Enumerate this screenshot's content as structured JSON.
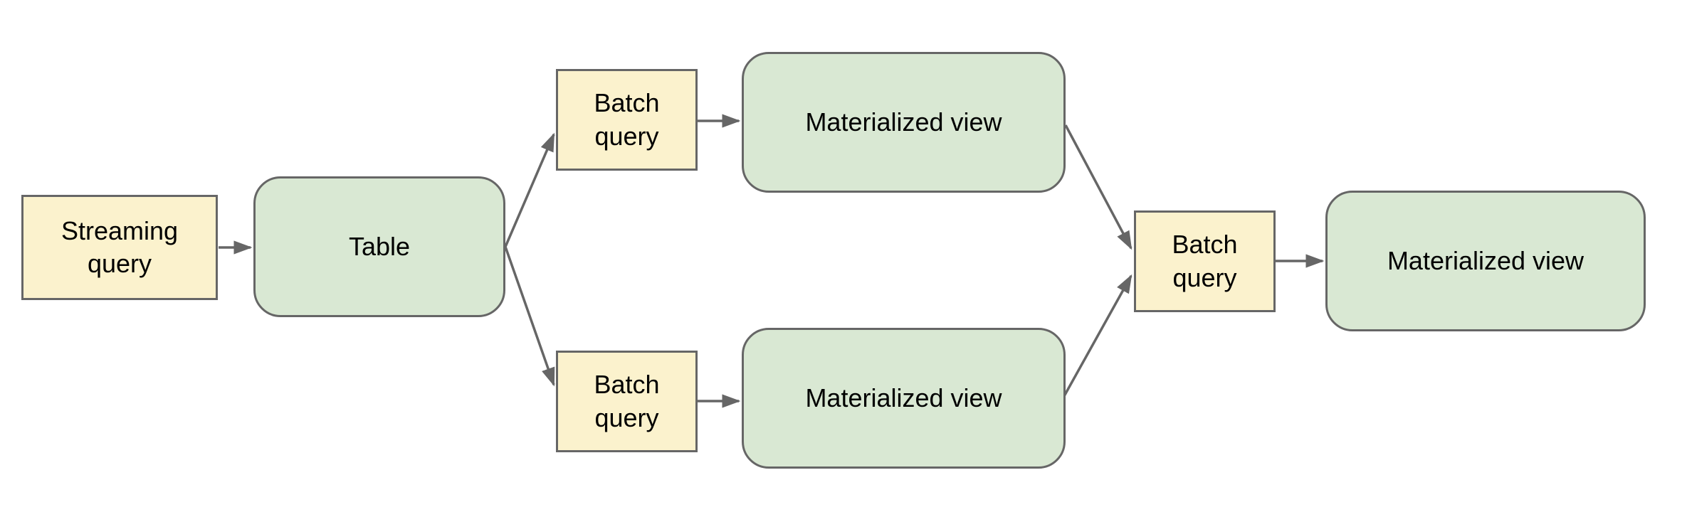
{
  "diagram": {
    "colors": {
      "query_fill": "#FBF2CD",
      "view_fill": "#D9E8D3",
      "border": "#666666",
      "arrow": "#666666",
      "text": "#000000",
      "background": "#FFFFFF"
    },
    "nodes": [
      {
        "id": "streaming-query",
        "label": "Streaming query",
        "kind": "query"
      },
      {
        "id": "table",
        "label": "Table",
        "kind": "view"
      },
      {
        "id": "batch-query-top",
        "label": "Batch query",
        "kind": "query"
      },
      {
        "id": "materialized-view-top",
        "label": "Materialized view",
        "kind": "view"
      },
      {
        "id": "batch-query-bottom",
        "label": "Batch query",
        "kind": "query"
      },
      {
        "id": "materialized-view-bottom",
        "label": "Materialized view",
        "kind": "view"
      },
      {
        "id": "batch-query-right",
        "label": "Batch query",
        "kind": "query"
      },
      {
        "id": "materialized-view-right",
        "label": "Materialized view",
        "kind": "view"
      }
    ],
    "edges": [
      {
        "from": "streaming-query",
        "to": "table"
      },
      {
        "from": "table",
        "to": "batch-query-top"
      },
      {
        "from": "table",
        "to": "batch-query-bottom"
      },
      {
        "from": "batch-query-top",
        "to": "materialized-view-top"
      },
      {
        "from": "batch-query-bottom",
        "to": "materialized-view-bottom"
      },
      {
        "from": "materialized-view-top",
        "to": "batch-query-right"
      },
      {
        "from": "materialized-view-bottom",
        "to": "batch-query-right"
      },
      {
        "from": "batch-query-right",
        "to": "materialized-view-right"
      }
    ]
  }
}
